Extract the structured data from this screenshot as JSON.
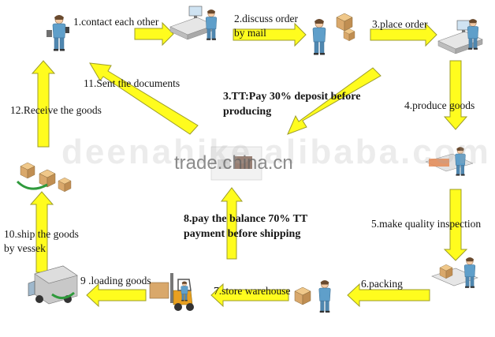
{
  "steps": {
    "s1": "1.contact each other",
    "s2_line1": "2.discuss order",
    "s2_line2": "by mail",
    "s3": "3.place order",
    "s4": "4.produce goods",
    "s5": "5.make quality inspection",
    "s6": "6.packing",
    "s7": "7.store warehouse",
    "s9": "9 .loading goods",
    "s10_line1": "10.ship the goods",
    "s10_line2": "by vessek",
    "s11": "11.Sent the documents",
    "s12": "12.Receive the goods"
  },
  "payments": {
    "tt_deposit_line1": "3.TT:Pay 30% deposit before",
    "tt_deposit_line2": "producing",
    "balance_line1": "8.pay the balance 70% TT",
    "balance_line2": "payment before shipping"
  },
  "watermark": {
    "top_text": "deenahike alibaba.com",
    "center_text": "trade.china.cn"
  },
  "colors": {
    "arrow_fill": "#fffc1e",
    "arrow_stroke": "#9c9c28",
    "figure_blue": "#5f9fca",
    "skin": "#f3c9a4",
    "box_tan": "#d9a86b",
    "desk_gray": "#c9c9c9",
    "truck_green": "#2f9a3c"
  },
  "icons": [
    "person-phone-icon",
    "desk-computer-icon",
    "person-package-icon",
    "worker-computer-icon",
    "factory-worker-icon",
    "quality-inspector-icon",
    "packing-worker-icon",
    "warehouse-worker-icon",
    "forklift-icon",
    "delivery-truck-icon",
    "goods-cargo-icon",
    "product-center-icon"
  ]
}
